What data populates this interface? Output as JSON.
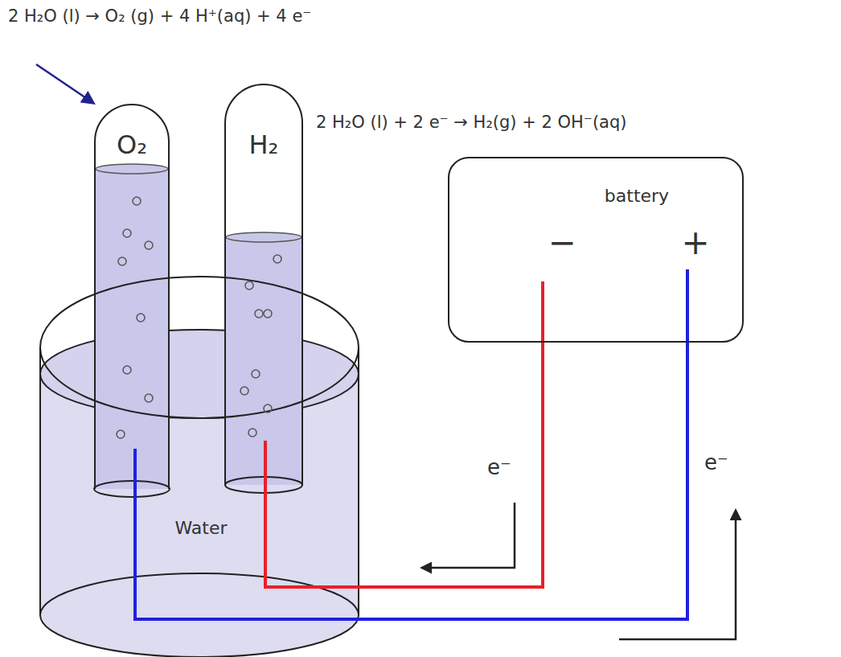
{
  "diagram": {
    "nodes": [
      {
        "text": [
          "O₂"
        ]
      },
      {
        "text": [
          "H₂"
        ]
      },
      {
        "text": [
          "battery",
          "−",
          "+"
        ]
      },
      {
        "text": [
          "Water"
        ]
      }
    ],
    "edges": [
      {
        "from": 2,
        "to": 1,
        "arrow": "none"
      },
      {
        "from": 0,
        "to": 2,
        "arrow": "none"
      }
    ],
    "labels": [
      "2 H₂O (l) → O₂ (g) + 4 H⁺(aq) + 4 e⁻",
      "2 H₂O (l) + 2 e⁻ → H₂(g) + 2 OH⁻(aq)",
      "e⁻",
      "e⁻"
    ]
  }
}
